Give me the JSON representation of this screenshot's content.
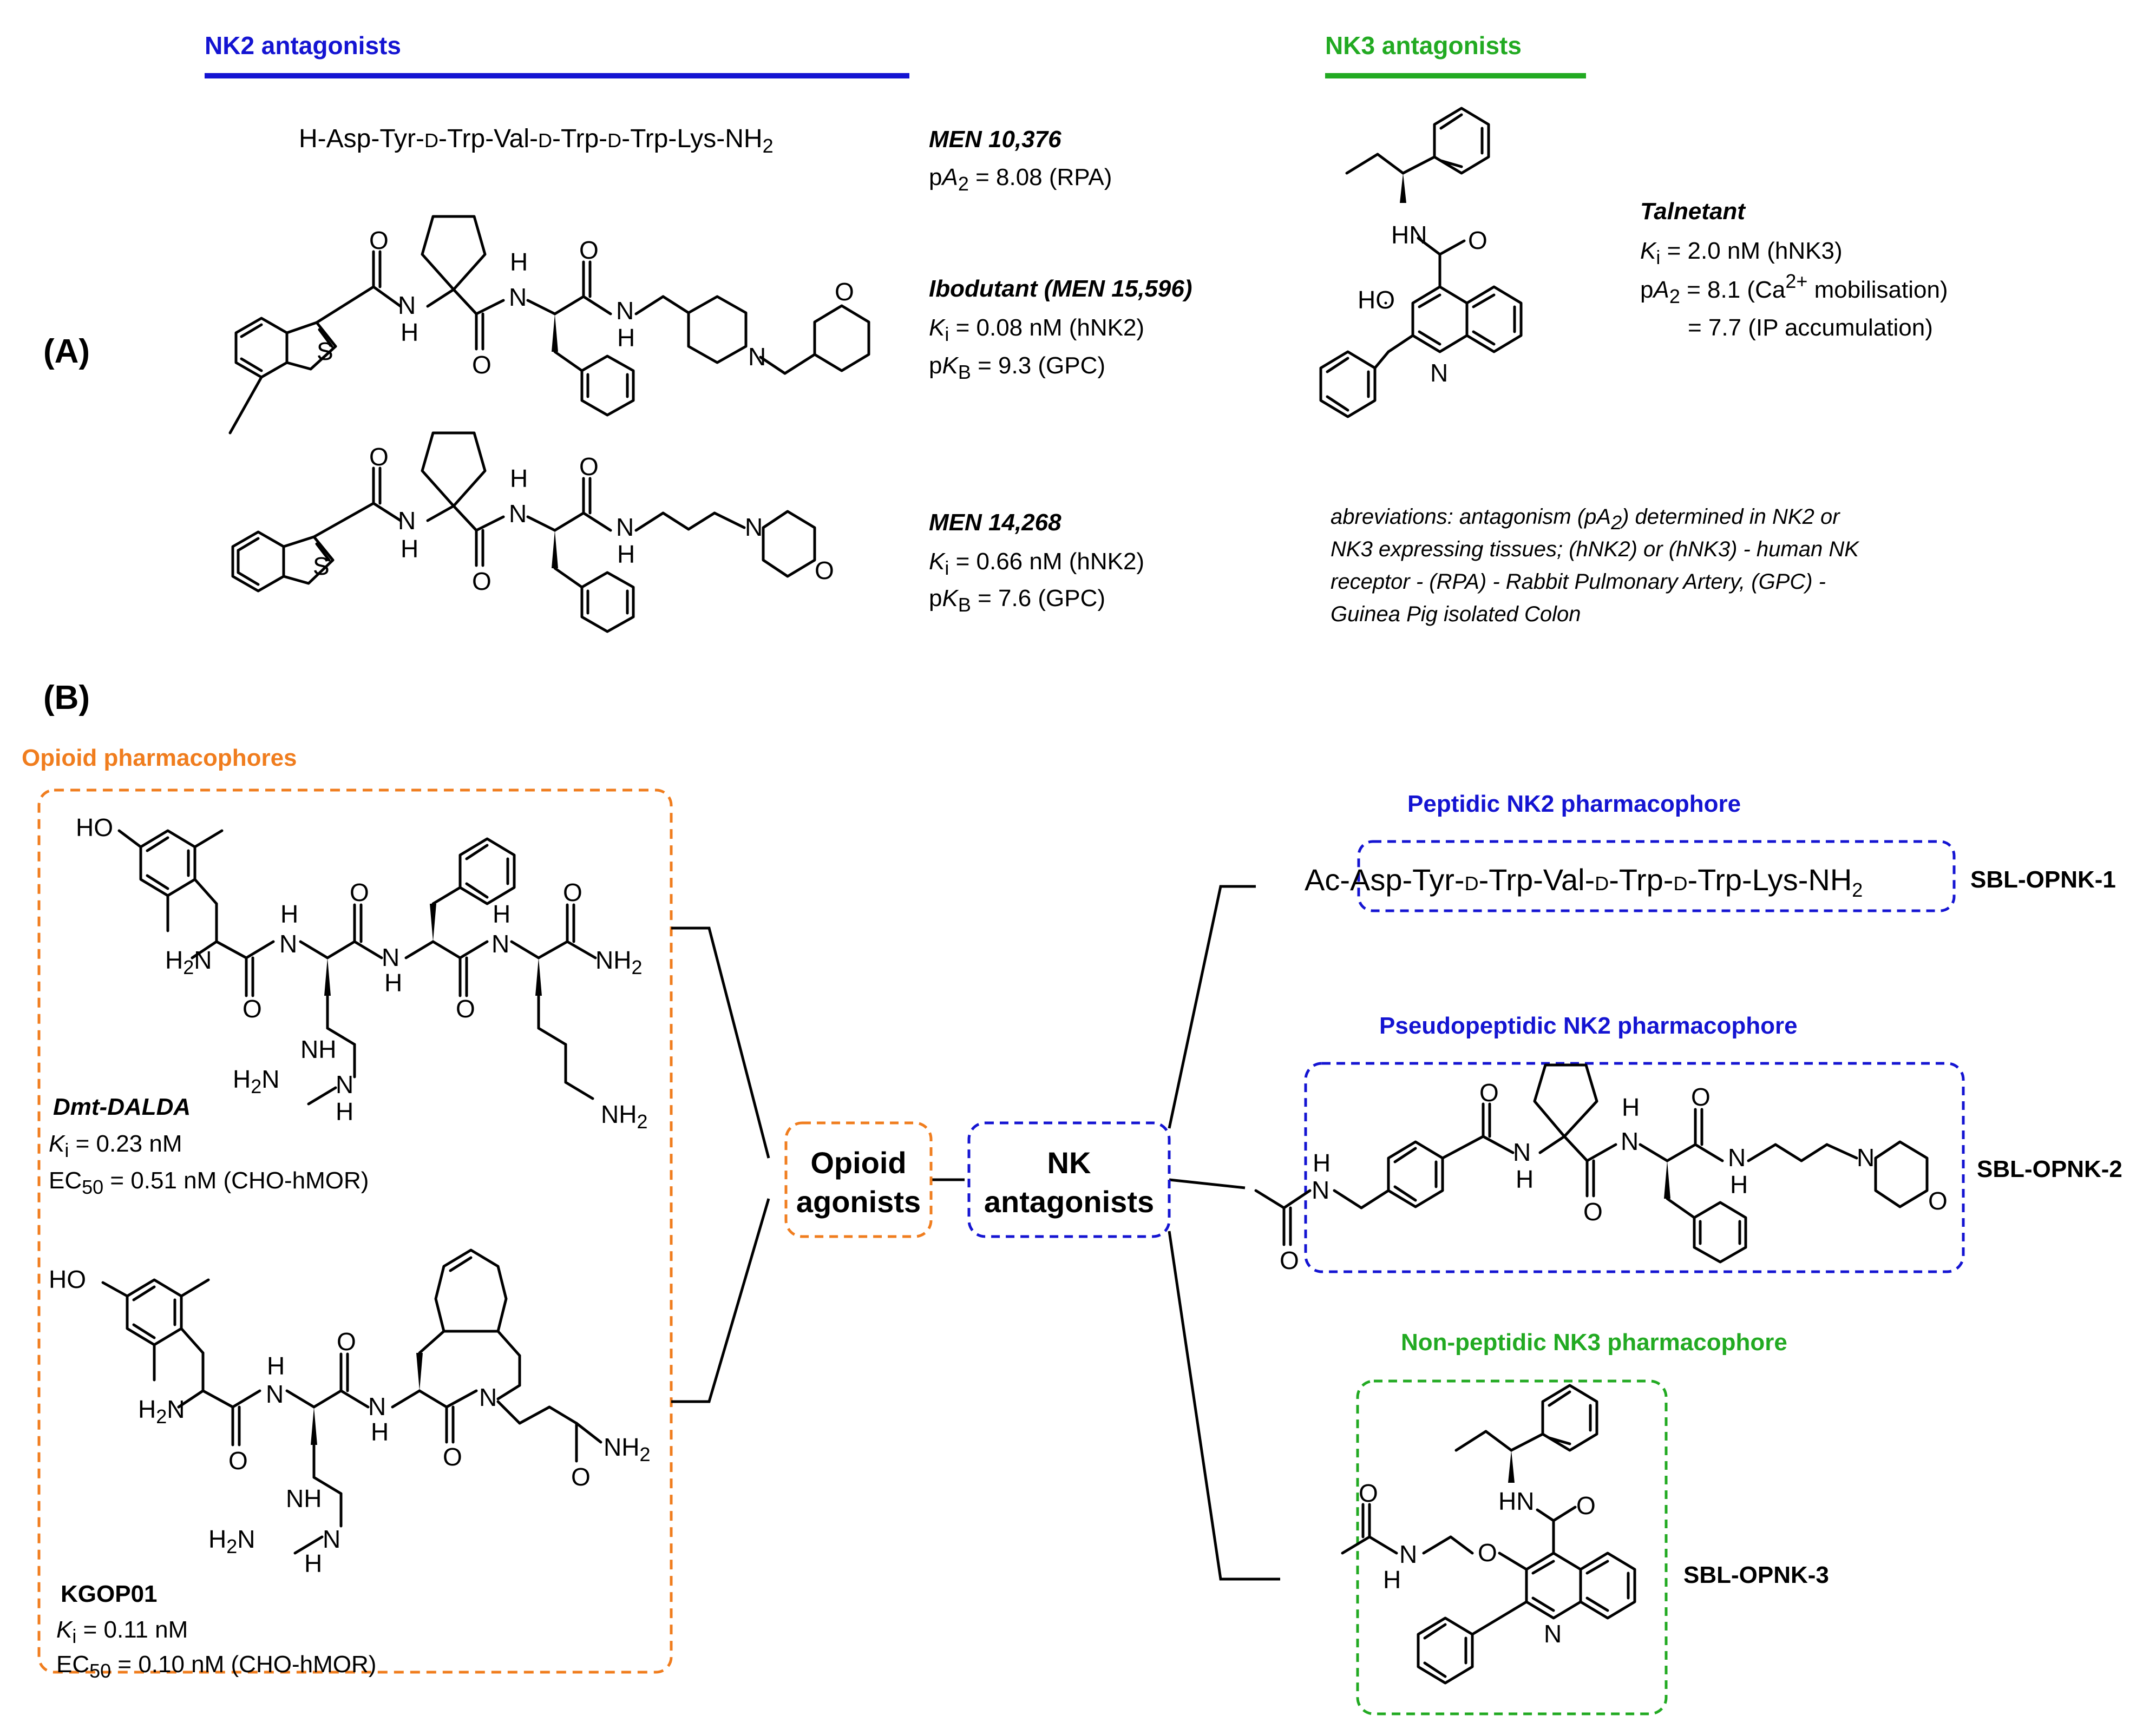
{
  "panel_a": {
    "label": "(A)",
    "nk2_header": "NK2 antagonists",
    "nk3_header": "NK3 antagonists",
    "men10376": {
      "sequence_prefix": "H-Asp-Tyr-",
      "d": "D",
      "trp_val": "-Trp-Val-",
      "trp": "-Trp-",
      "trp_lys": "-Trp-Lys-NH",
      "sub2": "2",
      "name": "MEN 10,376",
      "pa2_prefix": "p",
      "pa2_a": "A",
      "pa2_sub": "2",
      "pa2_value": " = 8.08 (RPA)"
    },
    "ibodutant": {
      "name": "Ibodutant (MEN 15,596)",
      "ki_k": "K",
      "ki_sub": "i",
      "ki_value": " = 0.08 nM (hNK2)",
      "pkb_prefix": "p",
      "pkb_k": "K",
      "pkb_sub": "B",
      "pkb_value": " = 9.3 (GPC)"
    },
    "men14268": {
      "name": "MEN 14,268",
      "ki_k": "K",
      "ki_sub": "i",
      "ki_value": " = 0.66 nM (hNK2)",
      "pkb_prefix": "p",
      "pkb_k": "K",
      "pkb_sub": "B",
      "pkb_value": " = 7.6 (GPC)"
    },
    "talnetant": {
      "name": "Talnetant",
      "ki_k": "K",
      "ki_sub": "i",
      "ki_value": " = 2.0 nM (hNK3)",
      "pa2_prefix": "p",
      "pa2_a": "A",
      "pa2_sub": "2",
      "pa2_value_1": " = 8.1 (Ca",
      "ca_sup": "2+",
      "pa2_value_1b": " mobilisation)",
      "pa2_value_2": "= 7.7 (IP accumulation)"
    },
    "abbreviations": {
      "line1a": "abreviations: antagonism (pA",
      "line1_sub": "2",
      "line1b": ") determined in NK2 or",
      "line2": "NK3 expressing tissues; (hNK2) or (hNK3) - human NK",
      "line3": "receptor - (RPA) - Rabbit Pulmonary Artery, (GPC) -",
      "line4": "Guinea Pig isolated Colon"
    }
  },
  "panel_b": {
    "label": "(B)",
    "opioid_header": "Opioid pharmacophores",
    "dmt_dalda": {
      "name": "Dmt-DALDA",
      "ki_k": "K",
      "ki_sub": "i",
      "ki_value": " = 0.23 nM",
      "ec_prefix": "EC",
      "ec_sub": "50",
      "ec_value": " = 0.51 nM (CHO-hMOR)"
    },
    "kgop01": {
      "name": "KGOP01",
      "ki_k": "K",
      "ki_sub": "i",
      "ki_value": " = 0.11 nM",
      "ec_prefix": "EC",
      "ec_sub": "50",
      "ec_value": " = 0.10 nM (CHO-hMOR)"
    },
    "opioid_agonists": [
      "Opioid",
      "agonists"
    ],
    "nk_antagonists": [
      "NK",
      "antagonists"
    ],
    "peptidic_header": "Peptidic NK2 pharmacophore",
    "pseudopeptidic_header": "Pseudopeptidic NK2 pharmacophore",
    "nonpeptidic_header": "Non-peptidic NK3 pharmacophore",
    "sbl1": {
      "ac": "Ac-",
      "seq_a": "Asp-Tyr-",
      "d": "D",
      "seq_b": "-Trp-Val-",
      "seq_c": "-Trp-",
      "seq_d": "-Trp-Lys-NH",
      "sub2": "2",
      "name": "SBL-OPNK-1"
    },
    "sbl2_name": "SBL-OPNK-2",
    "sbl3_name": "SBL-OPNK-3"
  },
  "atoms": {
    "H": "H",
    "N": "N",
    "S": "S",
    "O": "O",
    "NH": "NH",
    "HN": "HN",
    "HO": "HO",
    "NH2": "NH",
    "H2N_H": "H",
    "H2N_N": "N",
    "two": "2"
  },
  "colors": {
    "nk2_blue": "#1414d2",
    "nk3_green": "#22aa22",
    "opioid_orange": "#f07d1e",
    "ink": "#000000"
  }
}
